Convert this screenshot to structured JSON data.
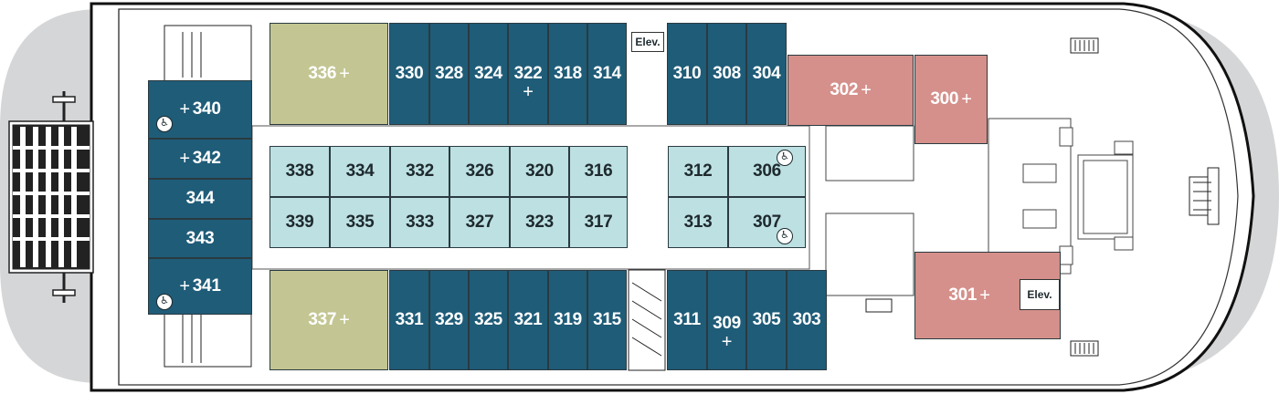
{
  "colors": {
    "suite_dark": "#1f5c78",
    "suite_light": "#bde0e2",
    "suite_olive": "#c3c692",
    "suite_pink": "#d5908b"
  },
  "icons": {
    "accessible": "wheelchair-icon",
    "connecting": "plus-icon"
  },
  "elevators": [
    "Elev.",
    "Elev."
  ],
  "cabins": {
    "c336": {
      "number": "336",
      "connecting": "+"
    },
    "c330": {
      "number": "330"
    },
    "c328": {
      "number": "328"
    },
    "c324": {
      "number": "324"
    },
    "c322": {
      "number": "322",
      "connecting": "+"
    },
    "c318": {
      "number": "318"
    },
    "c314": {
      "number": "314"
    },
    "c310": {
      "number": "310"
    },
    "c308": {
      "number": "308"
    },
    "c304": {
      "number": "304"
    },
    "c302": {
      "number": "302",
      "connecting": "+"
    },
    "c300": {
      "number": "300",
      "connecting": "+"
    },
    "c340": {
      "number": "340",
      "connecting": "+"
    },
    "c342": {
      "number": "342",
      "connecting": "+"
    },
    "c344": {
      "number": "344"
    },
    "c343": {
      "number": "343"
    },
    "c341": {
      "number": "341",
      "connecting": "+"
    },
    "c338": {
      "number": "338"
    },
    "c334": {
      "number": "334"
    },
    "c332": {
      "number": "332"
    },
    "c326": {
      "number": "326"
    },
    "c320": {
      "number": "320"
    },
    "c316": {
      "number": "316"
    },
    "c312": {
      "number": "312"
    },
    "c306": {
      "number": "306"
    },
    "c339": {
      "number": "339"
    },
    "c335": {
      "number": "335"
    },
    "c333": {
      "number": "333"
    },
    "c327": {
      "number": "327"
    },
    "c323": {
      "number": "323"
    },
    "c317": {
      "number": "317"
    },
    "c313": {
      "number": "313"
    },
    "c307": {
      "number": "307"
    },
    "c337": {
      "number": "337",
      "connecting": "+"
    },
    "c331": {
      "number": "331"
    },
    "c329": {
      "number": "329"
    },
    "c325": {
      "number": "325"
    },
    "c321": {
      "number": "321"
    },
    "c319": {
      "number": "319"
    },
    "c315": {
      "number": "315"
    },
    "c311": {
      "number": "311"
    },
    "c309": {
      "number": "309",
      "connecting": "+"
    },
    "c305": {
      "number": "305"
    },
    "c303": {
      "number": "303"
    },
    "c301": {
      "number": "301",
      "connecting": "+"
    }
  }
}
